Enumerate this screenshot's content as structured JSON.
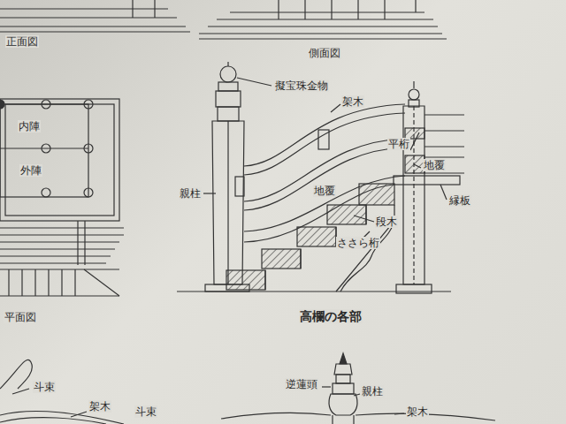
{
  "diagram": {
    "caption": "高欄の各部",
    "labels": [
      "正面図",
      "側面図",
      "内陣",
      "外陣",
      "平面図",
      "擬宝珠金物",
      "架木",
      "平桁",
      "地覆",
      "親柱",
      "地覆",
      "段木",
      "縁板",
      "ささら桁",
      "斗束",
      "架木",
      "斗束",
      "逆蓮頭",
      "親柱",
      "架木"
    ]
  }
}
